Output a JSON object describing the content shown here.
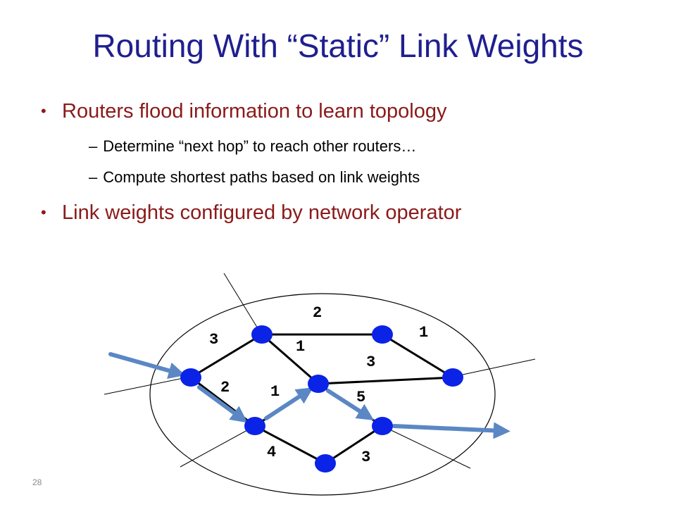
{
  "slide": {
    "title": "Routing With “Static” Link Weights",
    "number": "28"
  },
  "bullets": [
    {
      "text": "Routers flood information to learn topology",
      "subs": [
        "Determine “next hop” to reach other routers…",
        "Compute shortest paths based on link weights"
      ]
    },
    {
      "text": "Link weights configured by network operator",
      "subs": []
    }
  ],
  "diagram": {
    "colors": {
      "node": "#0b23e6",
      "edge": "#000000",
      "arrow": "#5b87c4",
      "boundary": "#000000"
    },
    "weights": [
      "2",
      "3",
      "1",
      "1",
      "3",
      "2",
      "1",
      "5",
      "4",
      "3"
    ]
  }
}
